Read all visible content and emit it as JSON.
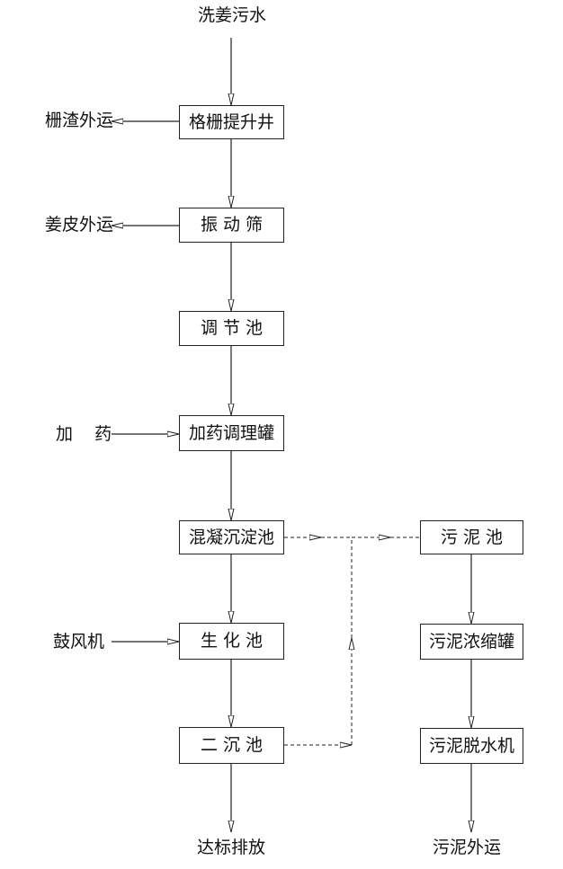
{
  "colors": {
    "line": "#222222",
    "background": "#ffffff"
  },
  "input": {
    "raw_water": "洗姜污水"
  },
  "process": {
    "screen_well": "格栅提升井",
    "vibrating_screen": "振 动 筛",
    "equalization_tank": "调 节 池",
    "dosing_tank": "加药调理罐",
    "coag_sed_tank": "混凝沉淀池",
    "bio_tank": "生 化 池",
    "secondary_clarifier": "二 沉 池"
  },
  "sludge": {
    "sludge_tank": "污 泥 池",
    "thickener": "污泥浓缩罐",
    "dewatering": "污泥脱水机"
  },
  "side_labels": {
    "screenings_out": "栅渣外运",
    "ginger_peel_out": "姜皮外运",
    "add_chemicals": "加    药",
    "blower": "鼓风机"
  },
  "outputs": {
    "discharge": "达标排放",
    "sludge_out": "污泥外运"
  }
}
